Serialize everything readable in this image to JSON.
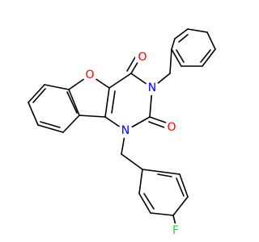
{
  "molecule": {
    "atoms": [
      {
        "id": "N1",
        "label": "N",
        "color": "#0000ff"
      },
      {
        "id": "N3",
        "label": "N",
        "color": "#0000ff"
      },
      {
        "id": "O_furan",
        "label": "O",
        "color": "#ff0000"
      },
      {
        "id": "O_c4",
        "label": "O",
        "color": "#ff0000"
      },
      {
        "id": "O_c2",
        "label": "O",
        "color": "#ff0000"
      },
      {
        "id": "F",
        "label": "F",
        "color": "#33cc33"
      }
    ]
  }
}
